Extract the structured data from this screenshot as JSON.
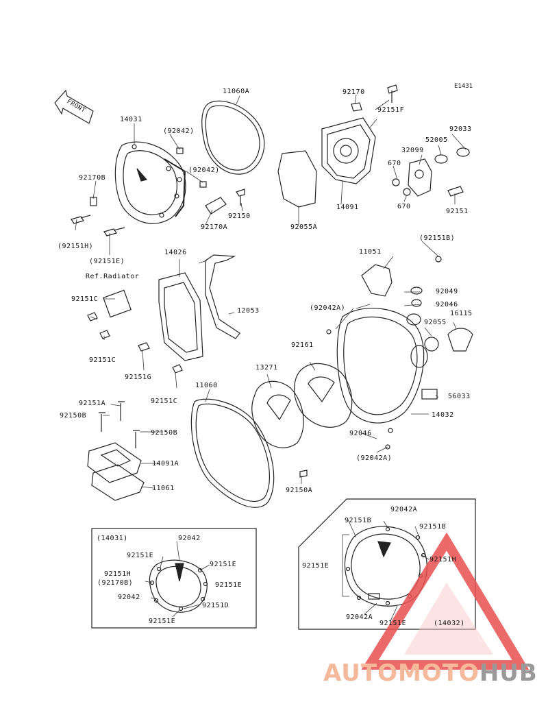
{
  "diagram_code": "E1431",
  "front_label": "FRONT",
  "ref_note": "Ref.Radiator",
  "watermark": {
    "part1": "AUTOMOTO",
    "part2": "HUB",
    "colors": {
      "part1": "#f4b89a",
      "part2": "#9a9a9a",
      "logo": "#e85050"
    }
  },
  "labels": {
    "l11060A": "11060A",
    "l92170": "92170",
    "l92151F": "92151F",
    "l14031": "14031",
    "l92042a": "(92042)",
    "l92042b": "(92042)",
    "l92170B": "92170B",
    "l92150": "92150",
    "l92170A": "92170A",
    "l92151H": "(92151H)",
    "l92151E": "(92151E)",
    "l92033": "92033",
    "l52005": "52005",
    "l32099": "32099",
    "l670a": "670",
    "l670b": "670",
    "l92151": "92151",
    "l14091": "14091",
    "l92055A": "92055A",
    "l14026": "14026",
    "l92151C1": "92151C",
    "l92151C2": "92151C",
    "l92151G": "92151G",
    "l92151C3": "92151C",
    "l12053": "12053",
    "l11051": "11051",
    "l92151B": "(92151B)",
    "l92049": "92049",
    "l92046a": "92046",
    "l92042A1": "(92042A)",
    "l92055": "92055",
    "l16115": "16115",
    "l92161": "92161",
    "l13271": "13271",
    "l11060": "11060",
    "l56033": "56033",
    "l14032": "14032",
    "l92046b": "92046",
    "l92042A2": "(92042A)",
    "l92150A": "92150A",
    "l92151A": "92151A",
    "l92150B": "92150B",
    "l92150B2": "92150B",
    "l14091A": "14091A",
    "l11061": "11061"
  },
  "inset_left": {
    "title": "(14031)",
    "top": "92042",
    "e1": "92151E",
    "e2": "92151E",
    "h": "92151H",
    "hb": "(92170B)",
    "e3": "92151E",
    "d": "92151D",
    "b42": "92042",
    "bottom": "92151E"
  },
  "inset_right": {
    "title": "(14032)",
    "top": "92042A",
    "b1": "92151B",
    "b2": "92151B",
    "e": "92151E",
    "h": "92151H",
    "bottom42": "92042A",
    "bottomE": "92151E"
  }
}
